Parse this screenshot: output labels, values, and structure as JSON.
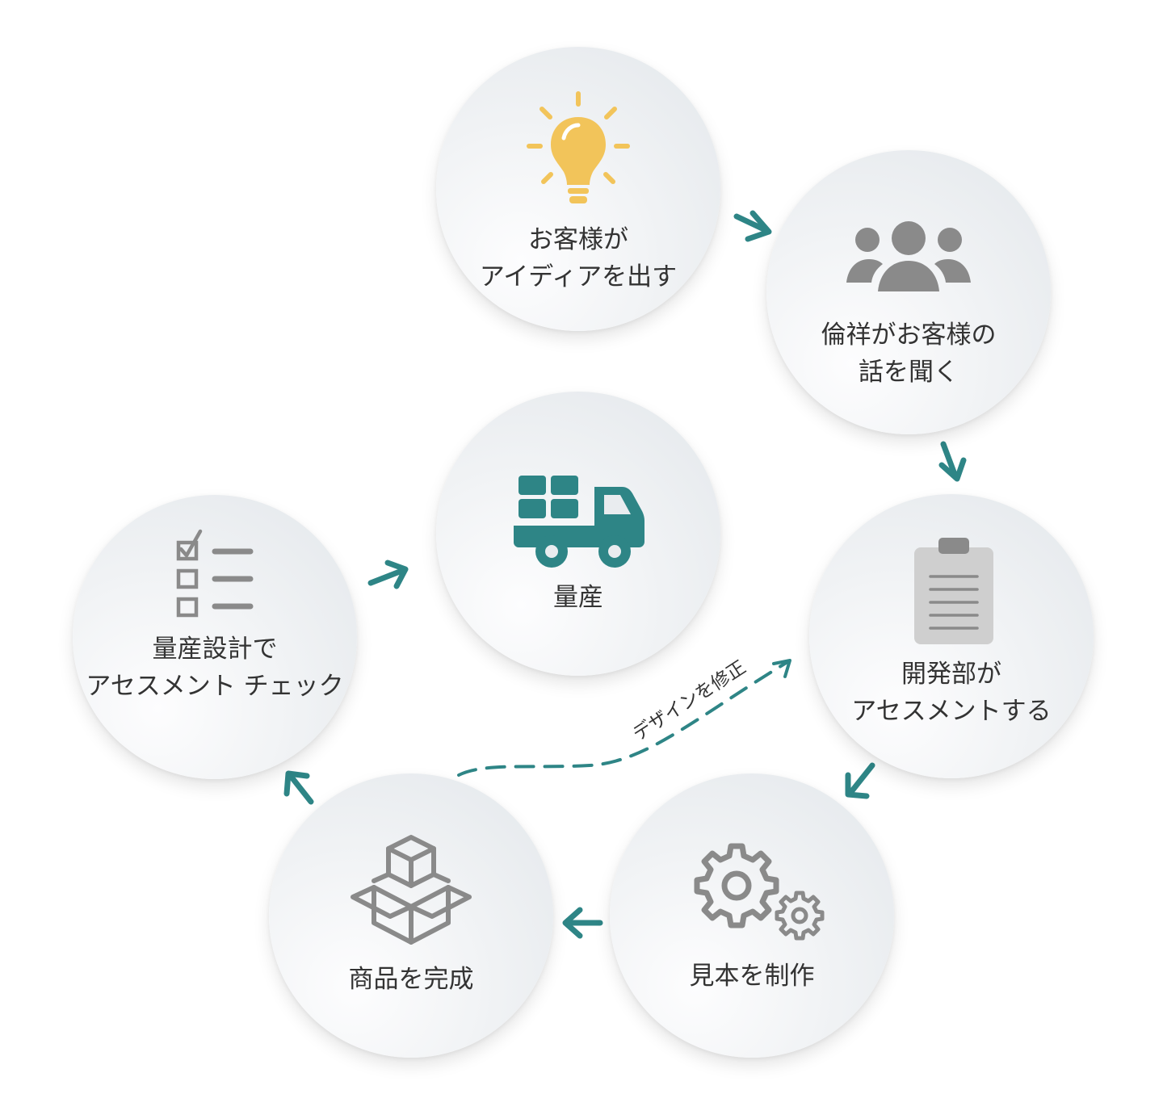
{
  "colors": {
    "teal": "#2e8586",
    "gray": "#8a8a8a",
    "yellow": "#f2c45a",
    "text": "#333333"
  },
  "steps": [
    {
      "id": "idea",
      "icon": "light-bulb-icon",
      "lines": [
        "お客様が",
        "アイディアを出す"
      ]
    },
    {
      "id": "listen",
      "icon": "people-group-icon",
      "lines": [
        "倫祥がお客様の",
        "話を聞く"
      ]
    },
    {
      "id": "assess",
      "icon": "clipboard-icon",
      "lines": [
        "開発部が",
        "アセスメントする"
      ]
    },
    {
      "id": "sample",
      "icon": "gears-icon",
      "lines": [
        "見本を制作"
      ]
    },
    {
      "id": "product",
      "icon": "boxes-icon",
      "lines": [
        "商品を完成"
      ]
    },
    {
      "id": "design-check",
      "icon": "checklist-icon",
      "lines": [
        "量産設計で",
        "アセスメント チェック"
      ]
    },
    {
      "id": "mass-production",
      "icon": "delivery-truck-icon",
      "lines": [
        "量産"
      ]
    }
  ],
  "feedback": {
    "label": "デザインを修正"
  }
}
